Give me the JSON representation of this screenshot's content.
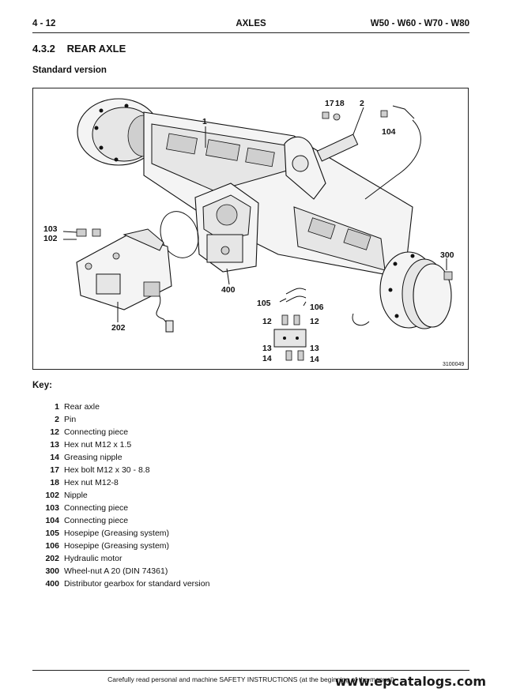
{
  "header": {
    "page": "4 - 12",
    "chapter": "AXLES",
    "models": "W50 - W60 - W70 - W80"
  },
  "section": {
    "number": "4.3.2",
    "title": "REAR AXLE",
    "subtitle": "Standard version"
  },
  "figure": {
    "callouts": [
      "1",
      "2",
      "17",
      "18",
      "104",
      "103",
      "102",
      "202",
      "400",
      "300",
      "105",
      "106",
      "12",
      "12",
      "13",
      "13",
      "14",
      "14"
    ],
    "code": "3100049"
  },
  "key": {
    "title": "Key:",
    "items": [
      {
        "num": "1",
        "desc": "Rear axle"
      },
      {
        "num": "2",
        "desc": "Pin"
      },
      {
        "num": "12",
        "desc": "Connecting piece"
      },
      {
        "num": "13",
        "desc": "Hex nut M12 x 1.5"
      },
      {
        "num": "14",
        "desc": "Greasing nipple"
      },
      {
        "num": "17",
        "desc": "Hex bolt M12 x 30 - 8.8"
      },
      {
        "num": "18",
        "desc": "Hex nut M12-8"
      },
      {
        "num": "102",
        "desc": "Nipple"
      },
      {
        "num": "103",
        "desc": "Connecting piece"
      },
      {
        "num": "104",
        "desc": "Connecting piece"
      },
      {
        "num": "105",
        "desc": "Hosepipe (Greasing system)"
      },
      {
        "num": "106",
        "desc": "Hosepipe (Greasing system)"
      },
      {
        "num": "202",
        "desc": "Hydraulic motor"
      },
      {
        "num": "300",
        "desc": "Wheel-nut A 20 (DIN 74361)"
      },
      {
        "num": "400",
        "desc": "Distributor gearbox for standard version"
      }
    ]
  },
  "footer": {
    "text": "Carefully read personal and machine SAFETY INSTRUCTIONS (at the beginning of the manual)",
    "watermark": "www.epcatalogs.com"
  }
}
